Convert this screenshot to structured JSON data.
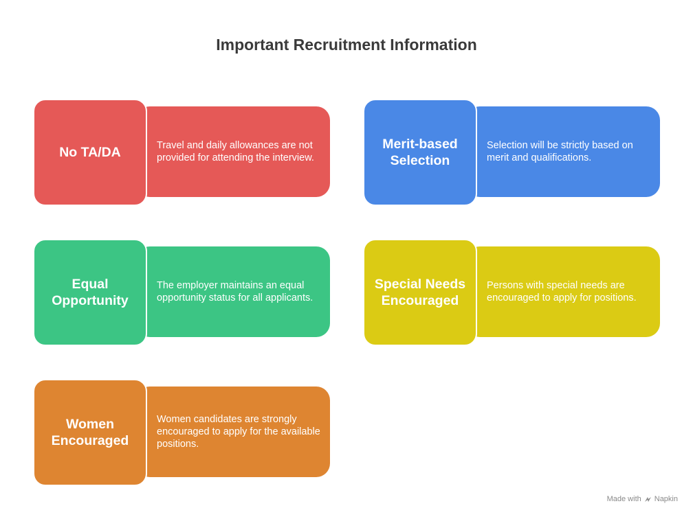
{
  "title": "Important Recruitment Information",
  "cards": [
    {
      "heading": "No TA/DA",
      "text": "Travel and daily allowances are not provided for attending the interview.",
      "color": "#e55957"
    },
    {
      "heading": "Merit-based Selection",
      "text": "Selection will be strictly based on merit and qualifications.",
      "color": "#4a88e6"
    },
    {
      "heading": "Equal Opportunity",
      "text": "The employer maintains an equal opportunity status for all applicants.",
      "color": "#3cc584"
    },
    {
      "heading": "Special Needs Encouraged",
      "text": "Persons with special needs are encouraged to apply for positions.",
      "color": "#dbcb14"
    },
    {
      "heading": "Women Encouraged",
      "text": "Women candidates are strongly encouraged to apply for the available positions.",
      "color": "#de8531"
    }
  ],
  "footer": {
    "made_with": "Made with",
    "brand": "Napkin",
    "brand_icon": "napkin-logo-icon"
  }
}
